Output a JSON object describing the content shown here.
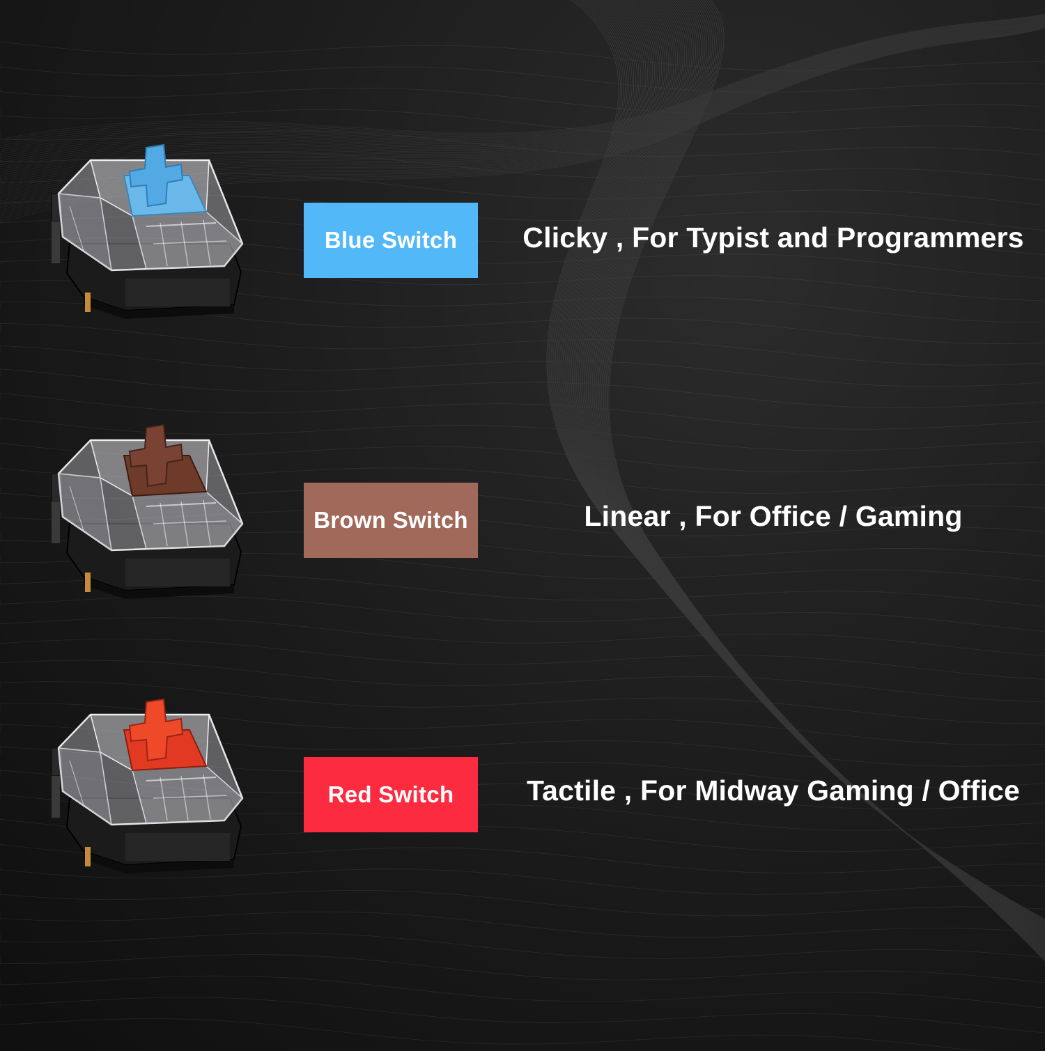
{
  "colors": {
    "background": "#1a1a1a",
    "mesh_line": "#8a8a8a",
    "text": "#ffffff"
  },
  "switches": [
    {
      "label": "Blue Switch",
      "description": "Clicky , For Typist and Programmers",
      "color": "#52b8f7",
      "stem_color": "#5aaee6"
    },
    {
      "label": "Brown Switch",
      "description": "Linear , For Office / Gaming",
      "color": "#a0695a",
      "stem_color": "#6e3a2a"
    },
    {
      "label": "Red Switch",
      "description": "Tactile , For Midway Gaming / Office",
      "color": "#fd2b3f",
      "stem_color": "#e0361f"
    }
  ]
}
